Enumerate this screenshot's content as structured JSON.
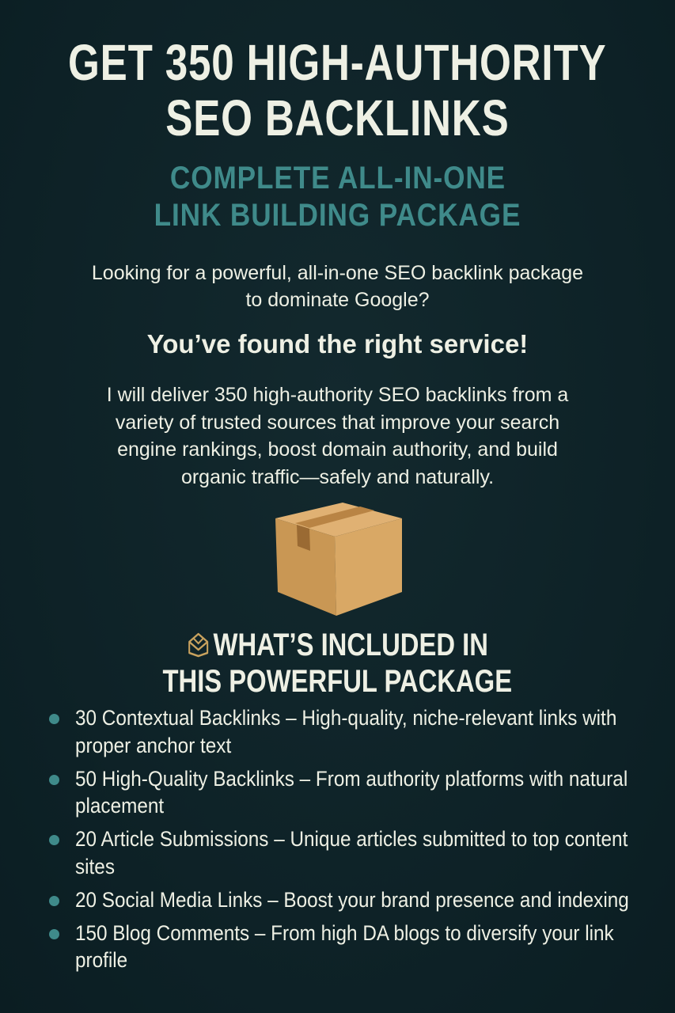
{
  "title": {
    "line1": "GET 350 HIGH-AUTHORITY",
    "line2": "SEO BACKLINKS"
  },
  "subtitle": {
    "line1": "COMPLETE ALL-IN-ONE",
    "line2": "LINK BUILDING PACKAGE"
  },
  "intro": {
    "line1": "Looking for a powerful, all-in-one SEO backlink package",
    "line2": "to dominate Google?"
  },
  "found": "You’ve found the right service!",
  "description": {
    "line1": "I will deliver 350 high-authority SEO backlinks from a",
    "line2": "variety of trusted sources that improve your search",
    "line3": "engine rankings, boost domain authority, and build",
    "line4": "organic traffic—safely and naturally."
  },
  "package_image": "cardboard-box",
  "included": {
    "icon": "open-box-icon",
    "line1": "WHAT’S INCLUDED IN",
    "line2": "THIS POWERFUL PACKAGE",
    "items": [
      {
        "text": "30 Contextual Backlinks – High-quality, niche-relevant links with proper anchor text"
      },
      {
        "text": "50 High-Quality Backlinks – From authority platforms with natural placement"
      },
      {
        "text": "20 Article Submissions – Unique articles submitted to top content sites"
      },
      {
        "text": "20 Social Media Links – Boost your brand presence and indexing"
      },
      {
        "text": "150 Blog Comments – From high DA blogs to diversify your link profile"
      }
    ]
  },
  "colors": {
    "background": "#0e2328",
    "accent": "#3f8a8a",
    "text": "#eef0e4",
    "gold": "#c9a25e"
  }
}
